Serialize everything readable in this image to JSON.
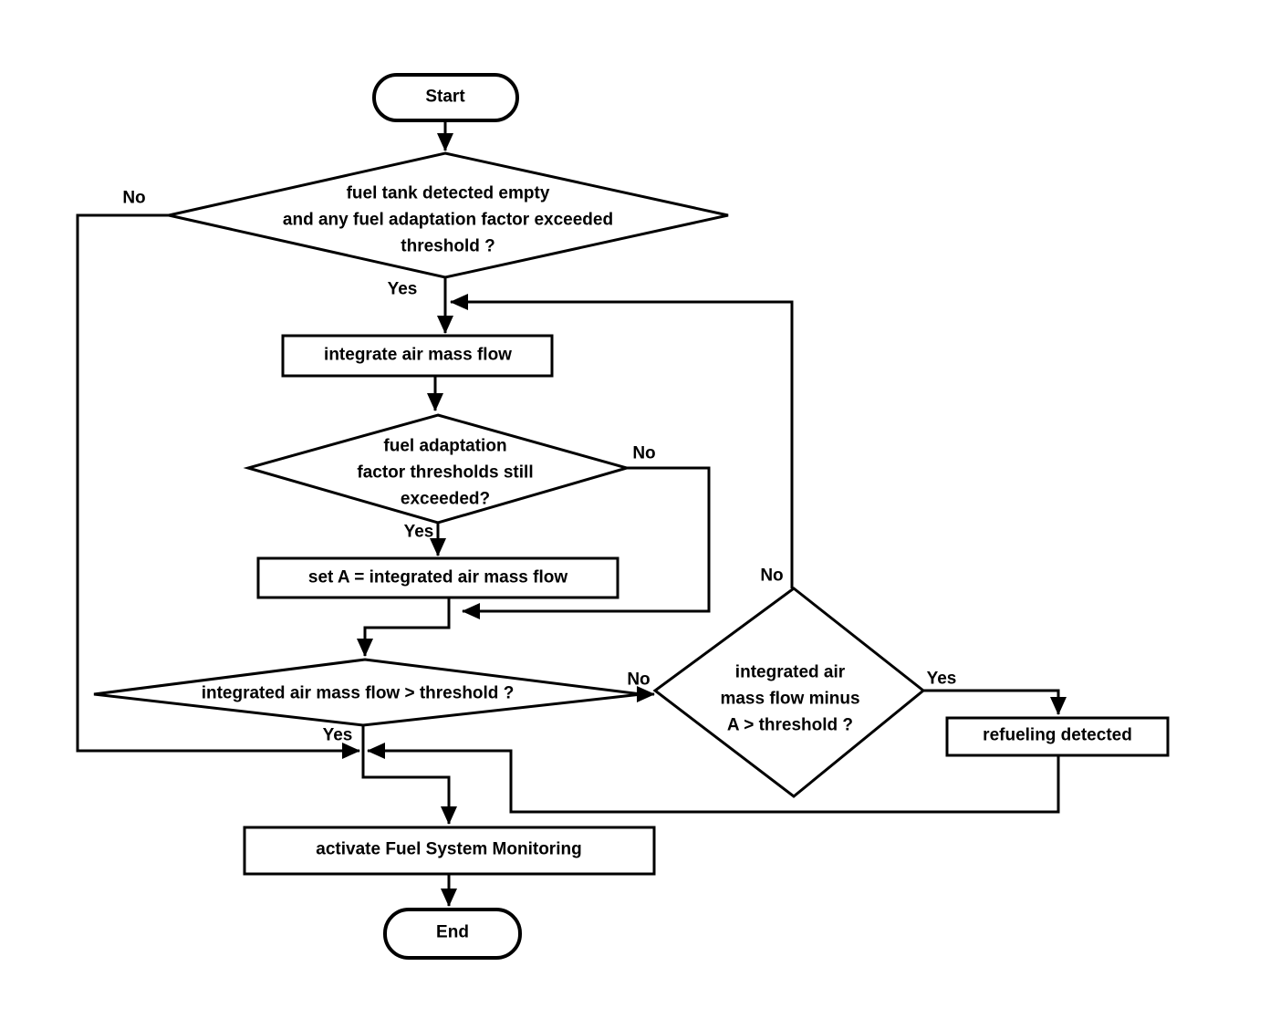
{
  "diagram": {
    "type": "flowchart",
    "colors": {
      "line": "#000000",
      "background": "#ffffff",
      "text": "#000000"
    },
    "nodes": {
      "start": {
        "type": "terminator",
        "label": "Start"
      },
      "decision_fuel_empty": {
        "type": "decision",
        "label": "fuel tank detected empty\nand any fuel adaptation factor exceeded\nthreshold ?"
      },
      "integrate": {
        "type": "process",
        "label": "integrate air mass flow"
      },
      "decision_thresholds": {
        "type": "decision",
        "label": "fuel adaptation\nfactor thresholds still\nexceeded?"
      },
      "set_a": {
        "type": "process",
        "label": "set A = integrated air mass flow"
      },
      "decision_flow": {
        "type": "decision",
        "label": "integrated air mass flow > threshold ?"
      },
      "decision_flow_minus_a": {
        "type": "decision",
        "label": "integrated air\nmass flow minus\nA > threshold ?"
      },
      "refuel": {
        "type": "process",
        "label": "refueling detected"
      },
      "activate": {
        "type": "process",
        "label": "activate Fuel System Monitoring"
      },
      "end": {
        "type": "terminator",
        "label": "End"
      }
    },
    "edges": [
      {
        "from": "start",
        "to": "decision_fuel_empty",
        "label": ""
      },
      {
        "from": "decision_fuel_empty",
        "to": "activate",
        "label": "No"
      },
      {
        "from": "decision_fuel_empty",
        "to": "integrate",
        "label": "Yes"
      },
      {
        "from": "integrate",
        "to": "decision_thresholds",
        "label": ""
      },
      {
        "from": "decision_thresholds",
        "to": "set_a",
        "label": "Yes"
      },
      {
        "from": "decision_thresholds",
        "to": "decision_flow",
        "label": "No"
      },
      {
        "from": "set_a",
        "to": "decision_flow",
        "label": ""
      },
      {
        "from": "decision_flow",
        "to": "decision_flow_minus_a",
        "label": "No"
      },
      {
        "from": "decision_flow",
        "to": "activate",
        "label": "Yes"
      },
      {
        "from": "decision_flow_minus_a",
        "to": "integrate",
        "label": "No"
      },
      {
        "from": "decision_flow_minus_a",
        "to": "refuel",
        "label": "Yes"
      },
      {
        "from": "refuel",
        "to": "activate",
        "label": ""
      },
      {
        "from": "activate",
        "to": "end",
        "label": ""
      }
    ]
  }
}
